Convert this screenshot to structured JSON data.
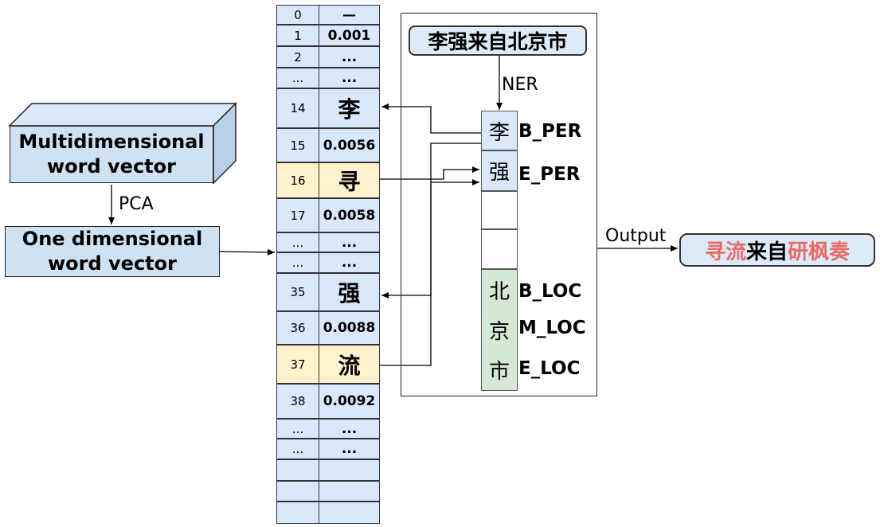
{
  "multi_box": {
    "line1": "Multidimensional",
    "line2": "word vector"
  },
  "pca_label": "PCA",
  "one_box": {
    "line1": "One dimensional",
    "line2": "word vector"
  },
  "table_rows": [
    {
      "idx": "0",
      "val": "—"
    },
    {
      "idx": "1",
      "val": "0.001"
    },
    {
      "idx": "2",
      "val": "..."
    },
    {
      "idx": "...",
      "val": "..."
    },
    {
      "idx": "14",
      "val": "李"
    },
    {
      "idx": "15",
      "val": "0.0056"
    },
    {
      "idx": "16",
      "val": "寻"
    },
    {
      "idx": "17",
      "val": "0.0058"
    },
    {
      "idx": "...",
      "val": "..."
    },
    {
      "idx": "...",
      "val": "..."
    },
    {
      "idx": "35",
      "val": "强"
    },
    {
      "idx": "36",
      "val": "0.0088"
    },
    {
      "idx": "37",
      "val": "流"
    },
    {
      "idx": "38",
      "val": "0.0092"
    },
    {
      "idx": "...",
      "val": "..."
    },
    {
      "idx": "...",
      "val": "..."
    },
    {
      "idx": "",
      "val": ""
    },
    {
      "idx": "",
      "val": ""
    },
    {
      "idx": "",
      "val": ""
    }
  ],
  "colors": {
    "blue_cell": "#dae8fc",
    "yellow_cell": "#fff2cc",
    "green_cell": "#d5e8d4",
    "box_blue": "#cfe2f3",
    "red_text": "#ea6b66"
  },
  "sentence": "李强来自北京市",
  "ner_label": "NER",
  "tokens": [
    {
      "char": "李",
      "tag": "B_PER"
    },
    {
      "char": "强",
      "tag": "E_PER"
    },
    {
      "char": "",
      "tag": ""
    },
    {
      "char": "",
      "tag": ""
    },
    {
      "char": "北",
      "tag": "B_LOC"
    },
    {
      "char": "京",
      "tag": "M_LOC"
    },
    {
      "char": "市",
      "tag": "E_LOC"
    }
  ],
  "output_label": "Output",
  "result": {
    "p1": "寻流",
    "p2": "来自",
    "p3": "研枫奏"
  }
}
